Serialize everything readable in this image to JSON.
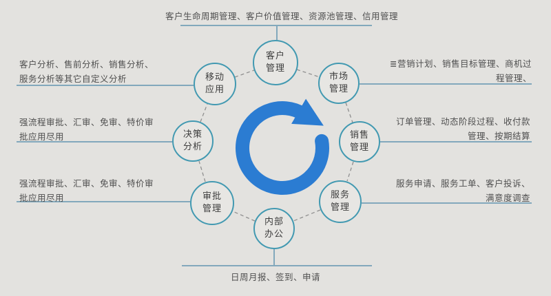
{
  "diagram": {
    "type": "hub-and-spoke cycle diagram",
    "center_icon": "circular-arrow-icon"
  },
  "colors": {
    "background": "#e3e2df",
    "circle_border": "#4299b1",
    "circle_fill": "#e7e6e3",
    "solid_line": "#82a8bc",
    "dashed_line": "#8f8f8f",
    "arrow_blue": "#2b7cd2",
    "text": "#4f4f4f"
  },
  "nodes": {
    "customer": {
      "lines": [
        "客户",
        "管理"
      ]
    },
    "market": {
      "lines": [
        "市场",
        "管理"
      ]
    },
    "sales": {
      "lines": [
        "销售",
        "管理"
      ]
    },
    "service": {
      "lines": [
        "服务",
        "管理"
      ]
    },
    "office": {
      "lines": [
        "内部",
        "办公"
      ]
    },
    "approval": {
      "lines": [
        "审批",
        "管理"
      ]
    },
    "decision": {
      "lines": [
        "决策",
        "分析"
      ]
    },
    "mobile": {
      "lines": [
        "移动",
        "应用"
      ]
    }
  },
  "annotations": {
    "top": {
      "text": "客户生命周期管理、客户价值管理、资源池管理、信用管理"
    },
    "top_left": {
      "line1": "客户分析、售前分析、销售分析、",
      "line2": "服务分析等其它自定义分析"
    },
    "mid_left": {
      "line1": "强流程审批、汇审、免审、特价审",
      "line2": "批应用尽用"
    },
    "bottom_left": {
      "line1": "强流程审批、汇审、免审、特价审",
      "line2": "批应用尽用"
    },
    "top_right": {
      "line1": "≣营销计划、销售目标管理、商机过",
      "line2": "程管理、"
    },
    "mid_right": {
      "line1": "订单管理、动态阶段过程、收付款",
      "line2": "管理、按期结算"
    },
    "bottom_right": {
      "line1": "服务申请、服务工单、客户投诉、",
      "line2": "满意度调查"
    },
    "bottom": {
      "text": "日周月报、签到、申请"
    }
  }
}
